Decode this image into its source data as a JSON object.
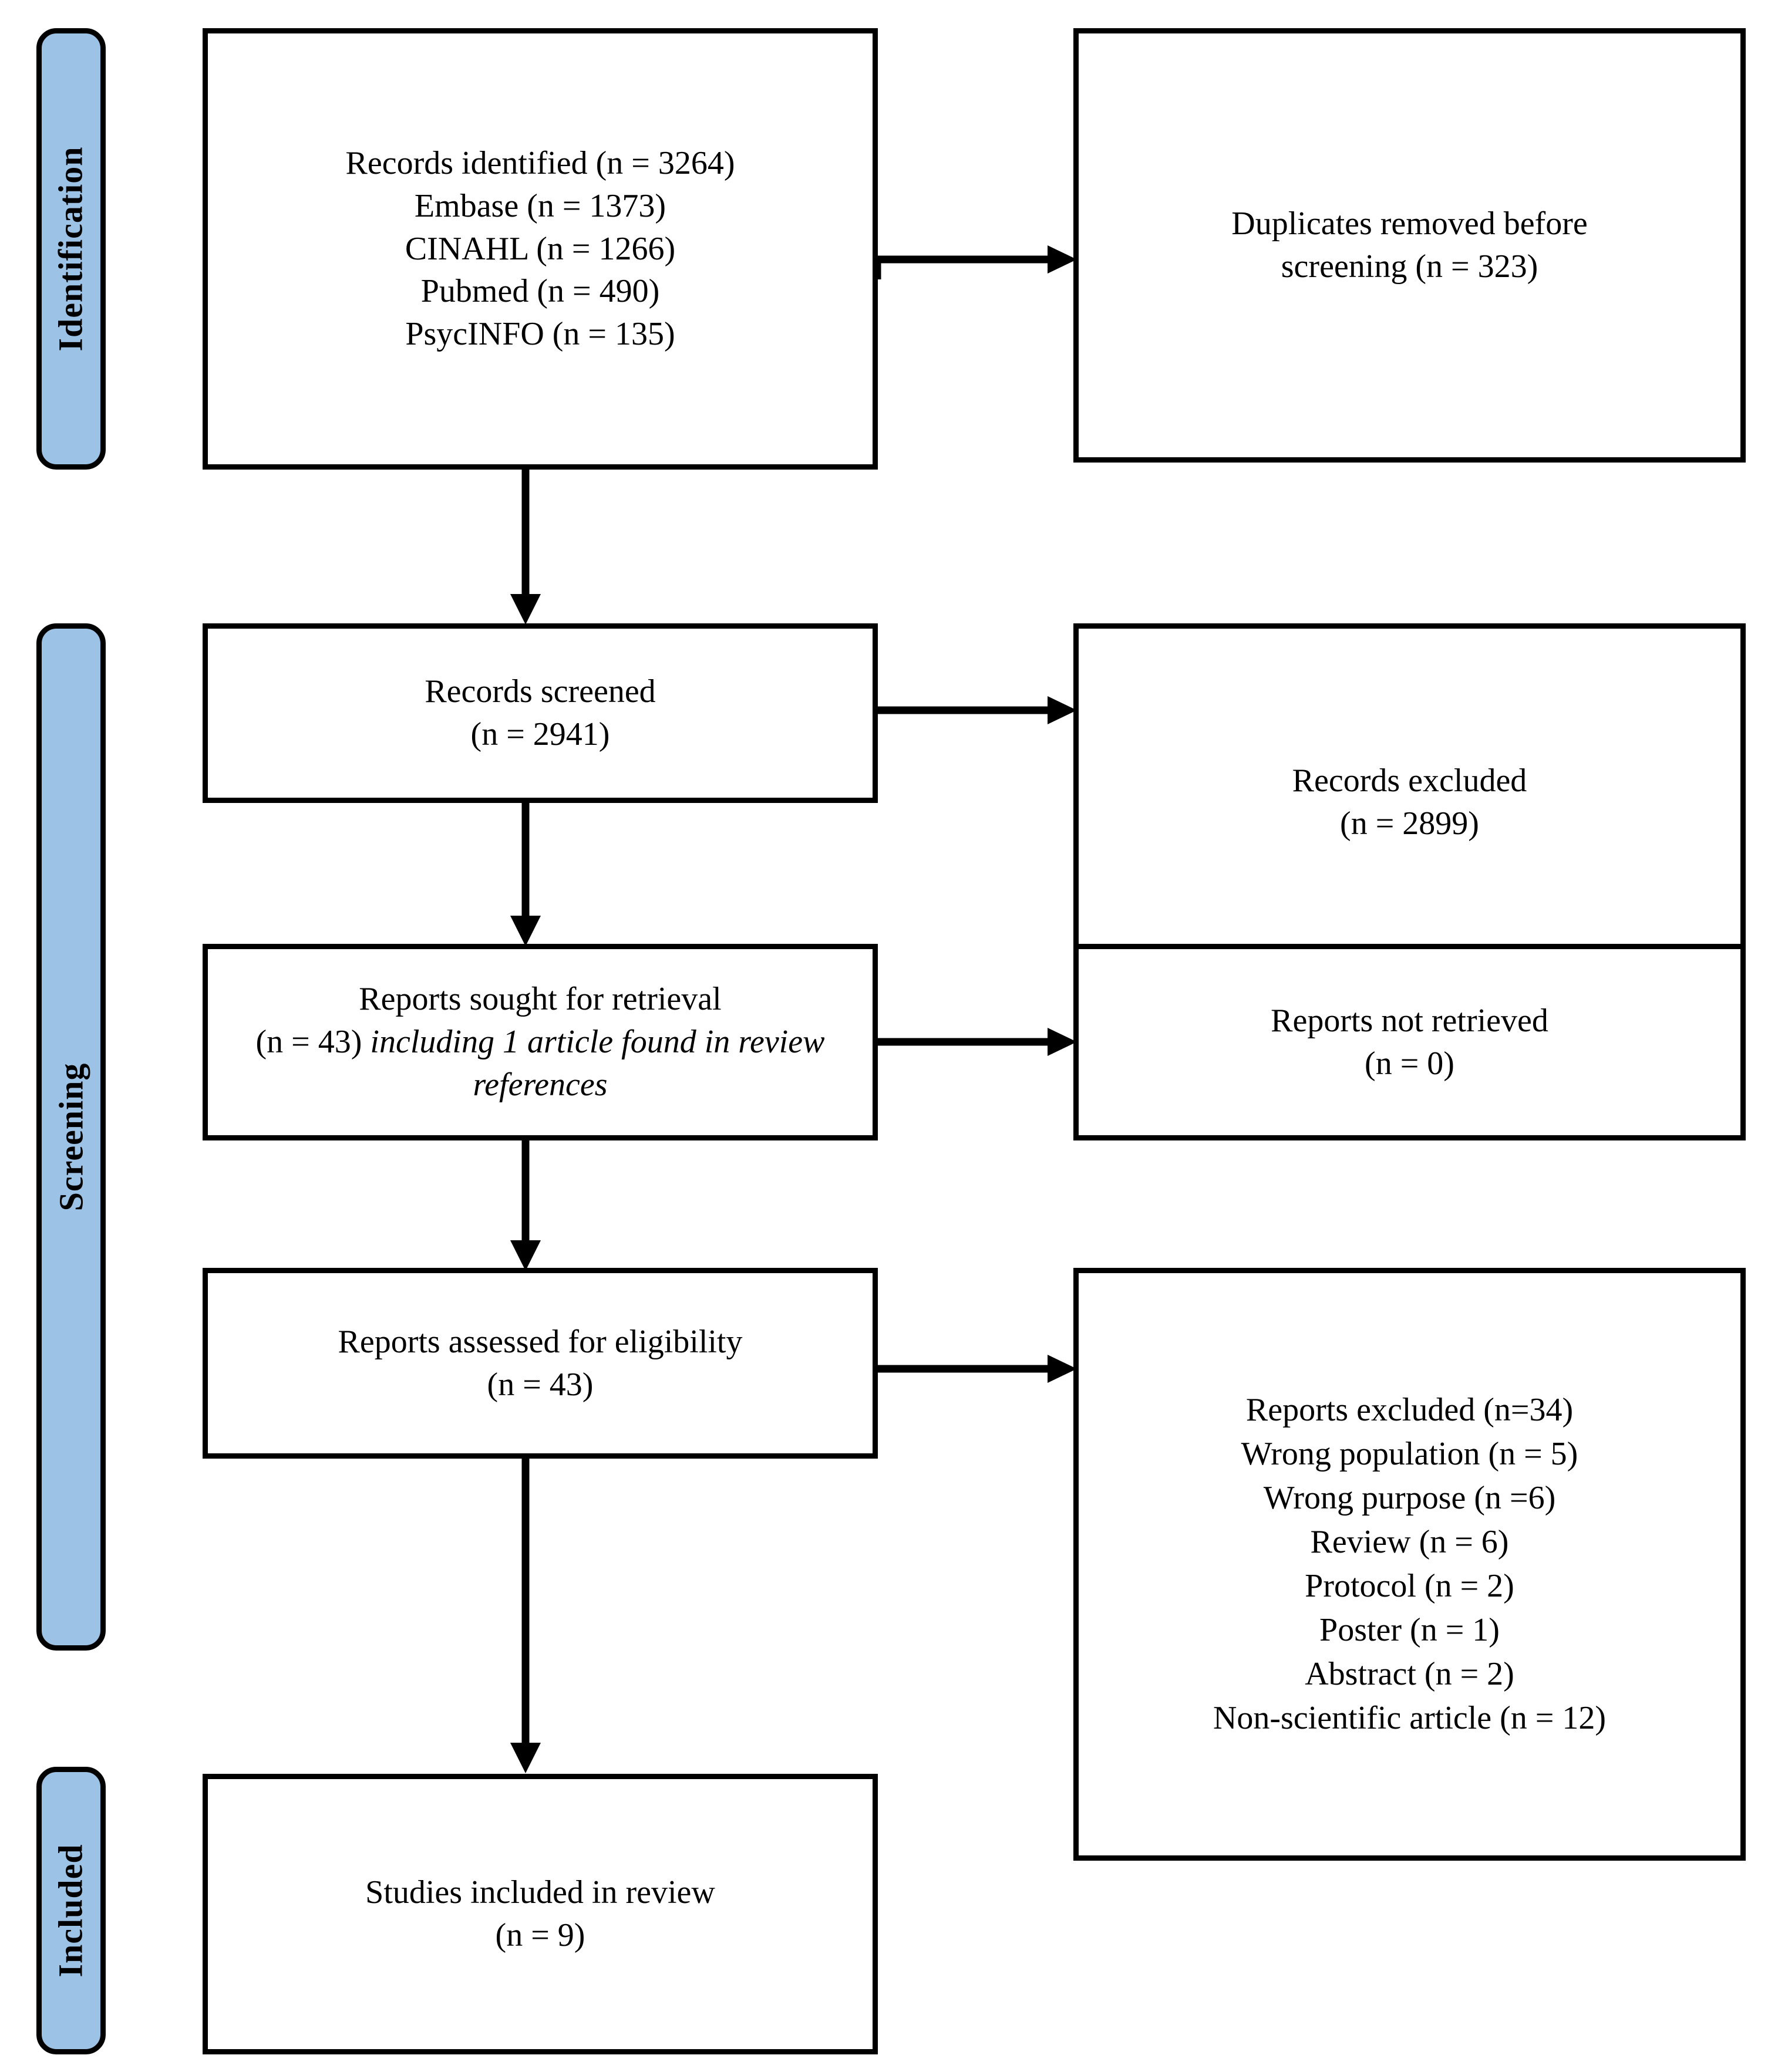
{
  "diagram": {
    "title": "PRISMA flow diagram",
    "colors": {
      "stage_band_fill": "#9CC3E5",
      "stage_band_border": "#000000",
      "box_border": "#000000",
      "box_fill": "#FFFFFF",
      "arrow": "#000000",
      "text": "#000000"
    }
  },
  "stages": [
    {
      "id": "identification",
      "label": "Identification"
    },
    {
      "id": "screening",
      "label": "Screening"
    },
    {
      "id": "included",
      "label": "Included"
    }
  ],
  "boxes": {
    "records_identified": {
      "lines": [
        "Records identified (n = 3264)",
        "Embase (n = 1373)",
        "CINAHL (n = 1266)",
        "Pubmed (n = 490)",
        "PsycINFO (n = 135)"
      ],
      "total": 3264,
      "sources": [
        {
          "name": "Embase",
          "n": 1373
        },
        {
          "name": "CINAHL",
          "n": 1266
        },
        {
          "name": "Pubmed",
          "n": 490
        },
        {
          "name": "PsycINFO",
          "n": 135
        }
      ]
    },
    "duplicates_removed": {
      "lines": [
        "Duplicates removed before",
        "screening (n = 323)"
      ],
      "n": 323
    },
    "records_screened": {
      "lines": [
        "Records screened",
        "(n = 2941)"
      ],
      "n": 2941
    },
    "records_excluded": {
      "lines": [
        "Records excluded",
        "(n = 2899)"
      ],
      "n": 2899
    },
    "reports_sought": {
      "text_plain_1": "Reports sought for retrieval",
      "text_plain_2": "(n = 43) ",
      "text_italic": "including 1 article found in review references",
      "n": 43
    },
    "reports_not_retrieved": {
      "lines": [
        "Reports not retrieved",
        "(n = 0)"
      ],
      "n": 0
    },
    "reports_assessed": {
      "lines": [
        "Reports assessed for eligibility",
        "(n = 43)"
      ],
      "n": 43
    },
    "reports_excluded": {
      "lines": [
        "Reports excluded (n=34)",
        "Wrong population (n = 5)",
        "Wrong purpose (n =6)",
        "Review (n = 6)",
        "Protocol (n = 2)",
        "Poster (n = 1)",
        "Abstract (n = 2)",
        "Non-scientific article (n = 12)"
      ],
      "total": 34,
      "reasons": [
        {
          "reason": "Wrong population",
          "n": 5
        },
        {
          "reason": "Wrong purpose",
          "n": 6
        },
        {
          "reason": "Review",
          "n": 6
        },
        {
          "reason": "Protocol",
          "n": 2
        },
        {
          "reason": "Poster",
          "n": 1
        },
        {
          "reason": "Abstract",
          "n": 2
        },
        {
          "reason": "Non-scientific article",
          "n": 12
        }
      ]
    },
    "studies_included": {
      "lines": [
        "Studies included in review",
        "(n = 9)"
      ],
      "n": 9
    }
  }
}
